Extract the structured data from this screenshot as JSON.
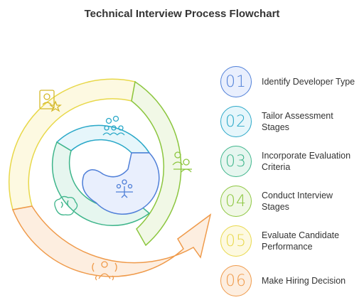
{
  "title": "Technical Interview Process Flowchart",
  "steps": [
    {
      "number": "01",
      "label": "Identify Developer Type",
      "color": "#4f7fd8",
      "fill": "#e9effd",
      "icon": "developer-type-icon"
    },
    {
      "number": "02",
      "label": "Tailor Assessment\nStages",
      "color": "#2aa8c8",
      "fill": "#e6f6fb",
      "icon": "team-assessment-icon"
    },
    {
      "number": "03",
      "label": "Incorporate Evaluation\nCriteria",
      "color": "#3eb58b",
      "fill": "#e6f6ef",
      "icon": "brain-criteria-icon"
    },
    {
      "number": "04",
      "label": "Conduct Interview\nStages",
      "color": "#8cc63f",
      "fill": "#f1f8e6",
      "icon": "interview-icon"
    },
    {
      "number": "05",
      "label": "Evaluate Candidate\nPerformance",
      "color": "#e8d84a",
      "fill": "#fdf9e1",
      "icon": "candidate-profile-icon"
    },
    {
      "number": "06",
      "label": "Make Hiring Decision",
      "color": "#ef9a4a",
      "fill": "#fdeee0",
      "icon": "hiring-decision-icon"
    }
  ]
}
